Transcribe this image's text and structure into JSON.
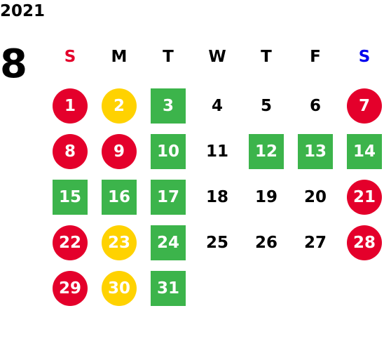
{
  "calendar": {
    "year": "2021",
    "month": "8",
    "weekdays": [
      "S",
      "M",
      "T",
      "W",
      "T",
      "F",
      "S"
    ],
    "weeks": [
      [
        {
          "day": "1",
          "status": "red"
        },
        {
          "day": "2",
          "status": "yellow"
        },
        {
          "day": "3",
          "status": "green"
        },
        {
          "day": "4",
          "status": "plain"
        },
        {
          "day": "5",
          "status": "plain"
        },
        {
          "day": "6",
          "status": "plain"
        },
        {
          "day": "7",
          "status": "red"
        }
      ],
      [
        {
          "day": "8",
          "status": "red"
        },
        {
          "day": "9",
          "status": "red"
        },
        {
          "day": "10",
          "status": "green"
        },
        {
          "day": "11",
          "status": "plain"
        },
        {
          "day": "12",
          "status": "green"
        },
        {
          "day": "13",
          "status": "green"
        },
        {
          "day": "14",
          "status": "green"
        }
      ],
      [
        {
          "day": "15",
          "status": "green"
        },
        {
          "day": "16",
          "status": "green"
        },
        {
          "day": "17",
          "status": "green"
        },
        {
          "day": "18",
          "status": "plain"
        },
        {
          "day": "19",
          "status": "plain"
        },
        {
          "day": "20",
          "status": "plain"
        },
        {
          "day": "21",
          "status": "red"
        }
      ],
      [
        {
          "day": "22",
          "status": "red"
        },
        {
          "day": "23",
          "status": "yellow"
        },
        {
          "day": "24",
          "status": "green"
        },
        {
          "day": "25",
          "status": "plain"
        },
        {
          "day": "26",
          "status": "plain"
        },
        {
          "day": "27",
          "status": "plain"
        },
        {
          "day": "28",
          "status": "red"
        }
      ],
      [
        {
          "day": "29",
          "status": "red"
        },
        {
          "day": "30",
          "status": "yellow"
        },
        {
          "day": "31",
          "status": "green"
        }
      ]
    ]
  },
  "colors": {
    "red": "#e4002b",
    "yellow": "#ffd200",
    "green": "#3cb44b",
    "sunday_label": "#e4002b",
    "saturday_label": "#0000ee"
  }
}
